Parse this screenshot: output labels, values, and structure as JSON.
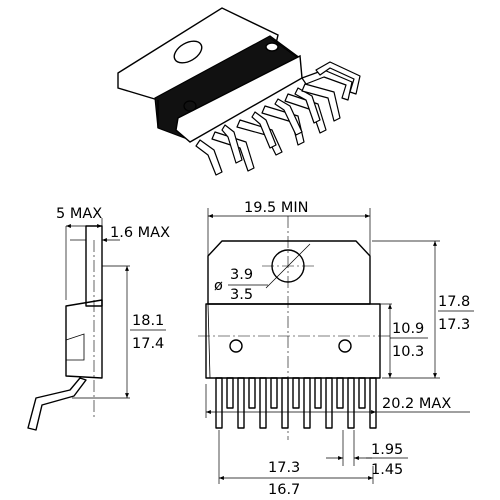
{
  "isometric_view": {
    "marking": ""
  },
  "side_view": {
    "width_max": "5 MAX",
    "tab_thickness_max": "1.6 MAX",
    "height_top": "18.1",
    "height_bottom": "17.4"
  },
  "front_view": {
    "tab_width_min": "19.5 MIN",
    "hole_diameter_symbol": "ø",
    "hole_diameter_top": "3.9",
    "hole_diameter_bottom": "3.5",
    "total_height_top": "17.8",
    "total_height_bottom": "17.3",
    "hole_to_body_top": "10.9",
    "hole_to_body_bottom": "10.3",
    "lead_length_max": "20.2 MAX",
    "pitch_top": "1.95",
    "pitch_bottom": "1.45",
    "row_span_top": "17.3",
    "row_span_bottom": "16.7"
  }
}
